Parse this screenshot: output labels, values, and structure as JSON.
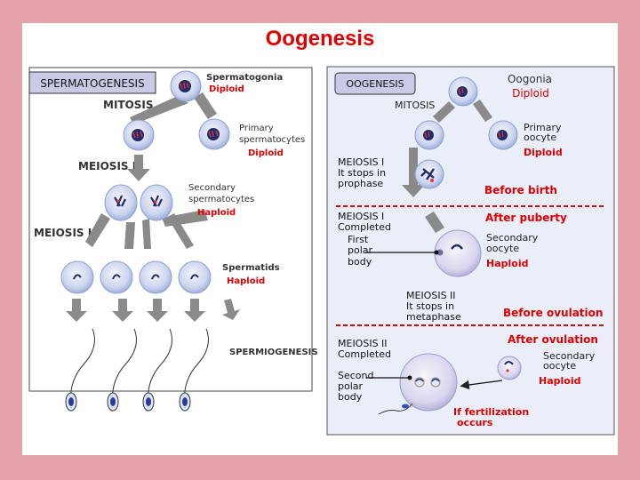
{
  "title": "Oogenesis",
  "left": {
    "header": "SPERMATOGENESIS",
    "stages": {
      "mitosis": "MITOSIS",
      "meiosis1": "MEIOSIS I",
      "meiosis2": "MEIOSIS II",
      "spermiogenesis": "SPERMIOGENESIS"
    },
    "cells": {
      "spermatogonia": {
        "name": "Spermatogonia",
        "ploidy": "Diploid"
      },
      "primary": {
        "name1": "Primary",
        "name2": "spermatocytes",
        "ploidy": "Diploid"
      },
      "secondary": {
        "name1": "Secondary",
        "name2": "spermatocytes",
        "ploidy": "Haploid"
      },
      "spermatids": {
        "name": "Spermatids",
        "ploidy": "Haploid"
      }
    }
  },
  "right": {
    "header": "OOGENESIS",
    "mitosis": "MITOSIS",
    "oogonia": {
      "name": "Oogonia",
      "ploidy": "Diploid"
    },
    "primary_oocyte": {
      "line1": "Primary",
      "line2": "oocyte",
      "ploidy": "Diploid"
    },
    "meiosis1_stop": {
      "l1": "MEIOSIS I",
      "l2": "It stops in",
      "l3": "prophase"
    },
    "before_birth": "Before birth",
    "after_puberty": "After puberty",
    "meiosis1_done": {
      "l1": "MEIOSIS I",
      "l2": "Completed"
    },
    "first_polar": {
      "l1": "First",
      "l2": "polar",
      "l3": "body"
    },
    "secondary_oocyte_1": {
      "line1": "Secondary",
      "line2": "oocyte",
      "ploidy": "Haploid"
    },
    "meiosis2_stop": {
      "l1": "MEIOSIS II",
      "l2": "It stops in",
      "l3": "metaphase"
    },
    "before_ovulation": "Before ovulation",
    "after_ovulation": "After ovulation",
    "meiosis2_done": {
      "l1": "MEIOSIS II",
      "l2": "Completed"
    },
    "secondary_oocyte_2": {
      "line1": "Secondary",
      "line2": "oocyte",
      "ploidy": "Haploid"
    },
    "second_polar": {
      "l1": "Second",
      "l2": "polar",
      "l3": "body"
    },
    "fertilization": {
      "l1": "If fertilization",
      "l2": "occurs"
    }
  },
  "colors": {
    "background": "#e4a2aa",
    "red_label": "#e10000",
    "header_fill": "#c9cbe6",
    "panel_fill": "#e9eef9",
    "cell_fill": "#cfd6ef",
    "arrow_fill": "#8a8a8a"
  }
}
